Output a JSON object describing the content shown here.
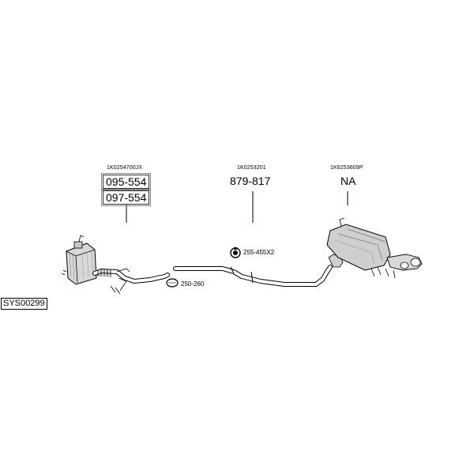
{
  "diagram": {
    "system_code": "SYS00299",
    "groups": [
      {
        "oem": "1K0254700JX",
        "parts": [
          "095-554",
          "097-554"
        ]
      },
      {
        "oem": "1K0253201",
        "parts": [
          "879-817"
        ]
      },
      {
        "oem": "1K6253609P",
        "parts": [
          "NA"
        ]
      }
    ],
    "accessories": [
      {
        "label": "255-455X2",
        "icon": "clamp-icon"
      },
      {
        "label": "250-260",
        "icon": "gasket-ring-icon"
      }
    ]
  }
}
